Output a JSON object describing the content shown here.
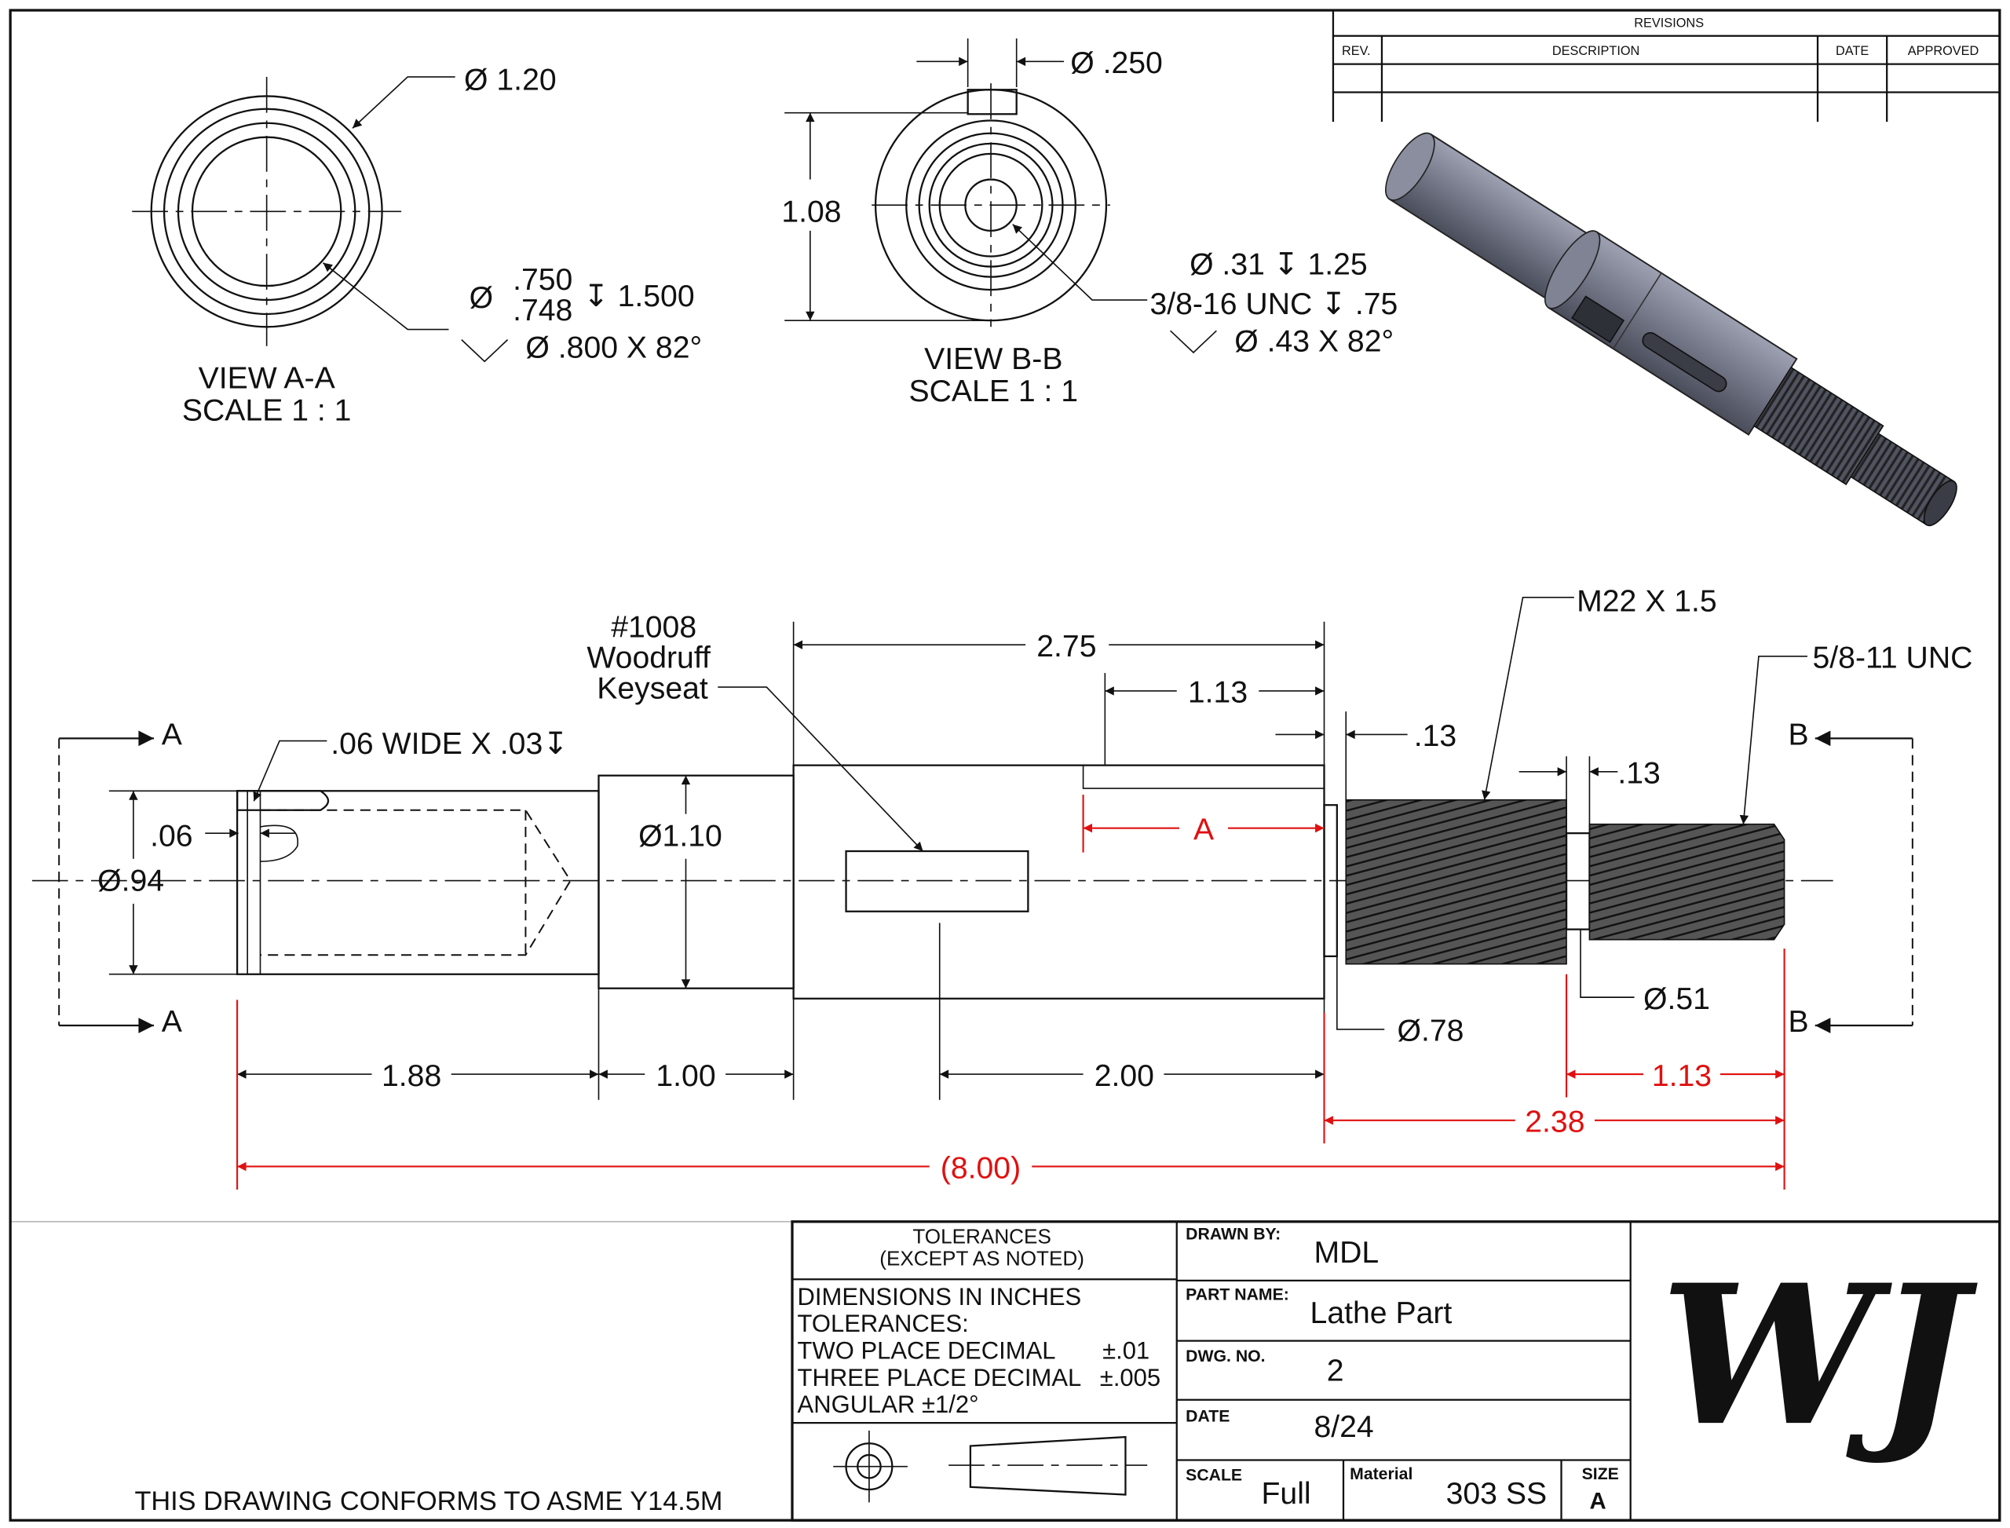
{
  "revisions": {
    "title": "REVISIONS",
    "headers": [
      "REV.",
      "DESCRIPTION",
      "DATE",
      "APPROVED"
    ]
  },
  "view_a": {
    "label": "VIEW A-A",
    "scale": "SCALE 1 : 1",
    "dia_outer": "Ø 1.20",
    "bore_upper": ".750",
    "bore_lower": ".748",
    "bore_dia_symbol": "Ø",
    "bore_depth": "↧ 1.500",
    "csink": "Ø .800 X 82°"
  },
  "view_b": {
    "label": "VIEW B-B",
    "scale": "SCALE 1 : 1",
    "slot_width": "Ø .250",
    "height": "1.08",
    "drill": "Ø .31 ↧ 1.25",
    "tap": "3/8-16 UNC  ↧ .75",
    "csink": "Ø .43 X 82°"
  },
  "main_view": {
    "keyseat_1": "#1008",
    "keyseat_2": "Woodruff",
    "keyseat_3": "Keyseat",
    "groove": ".06 WIDE X .03↧",
    "groove_width": ".06",
    "dia_094": "Ø.94",
    "dia_110": "Ø1.10",
    "dim_275": "2.75",
    "dim_113_top": "1.13",
    "detail_a": "A",
    "neck_113a": ".13",
    "neck_113b": ".13",
    "thread_m22": "M22 X 1.5",
    "thread_58": "5/8-11 UNC",
    "dia_078": "Ø.78",
    "dia_051": "Ø.51",
    "dim_188": "1.88",
    "dim_100": "1.00",
    "dim_200": "2.00",
    "dim_113_red": "1.13",
    "dim_238": "2.38",
    "dim_800": "(8.00)",
    "section_a": "A",
    "section_b": "B"
  },
  "title_block": {
    "tolerances_title": "TOLERANCES",
    "tolerances_sub": "(EXCEPT AS NOTED)",
    "tol_lines": [
      "DIMENSIONS IN INCHES",
      "TOLERANCES:",
      "TWO PLACE DECIMAL",
      "THREE PLACE DECIMAL",
      "ANGULAR ±1/2°"
    ],
    "tol_values": [
      "±.01",
      "±.005"
    ],
    "drawn_by_label": "DRAWN BY:",
    "drawn_by": "MDL",
    "part_name_label": "PART NAME:",
    "part_name": "Lathe Part",
    "dwg_no_label": "DWG.  NO.",
    "dwg_no": "2",
    "date_label": "DATE",
    "date": "8/24",
    "scale_label": "SCALE",
    "scale": "Full",
    "material_label": "Material",
    "material": "303 SS",
    "size_label": "SIZE",
    "size": "A",
    "logo": "WJ"
  },
  "footer": "THIS DRAWING CONFORMS TO ASME Y14.5M",
  "colors": {
    "dimension_red": "#e01010",
    "line": "#111111",
    "model_gray": "#6b6f80"
  }
}
